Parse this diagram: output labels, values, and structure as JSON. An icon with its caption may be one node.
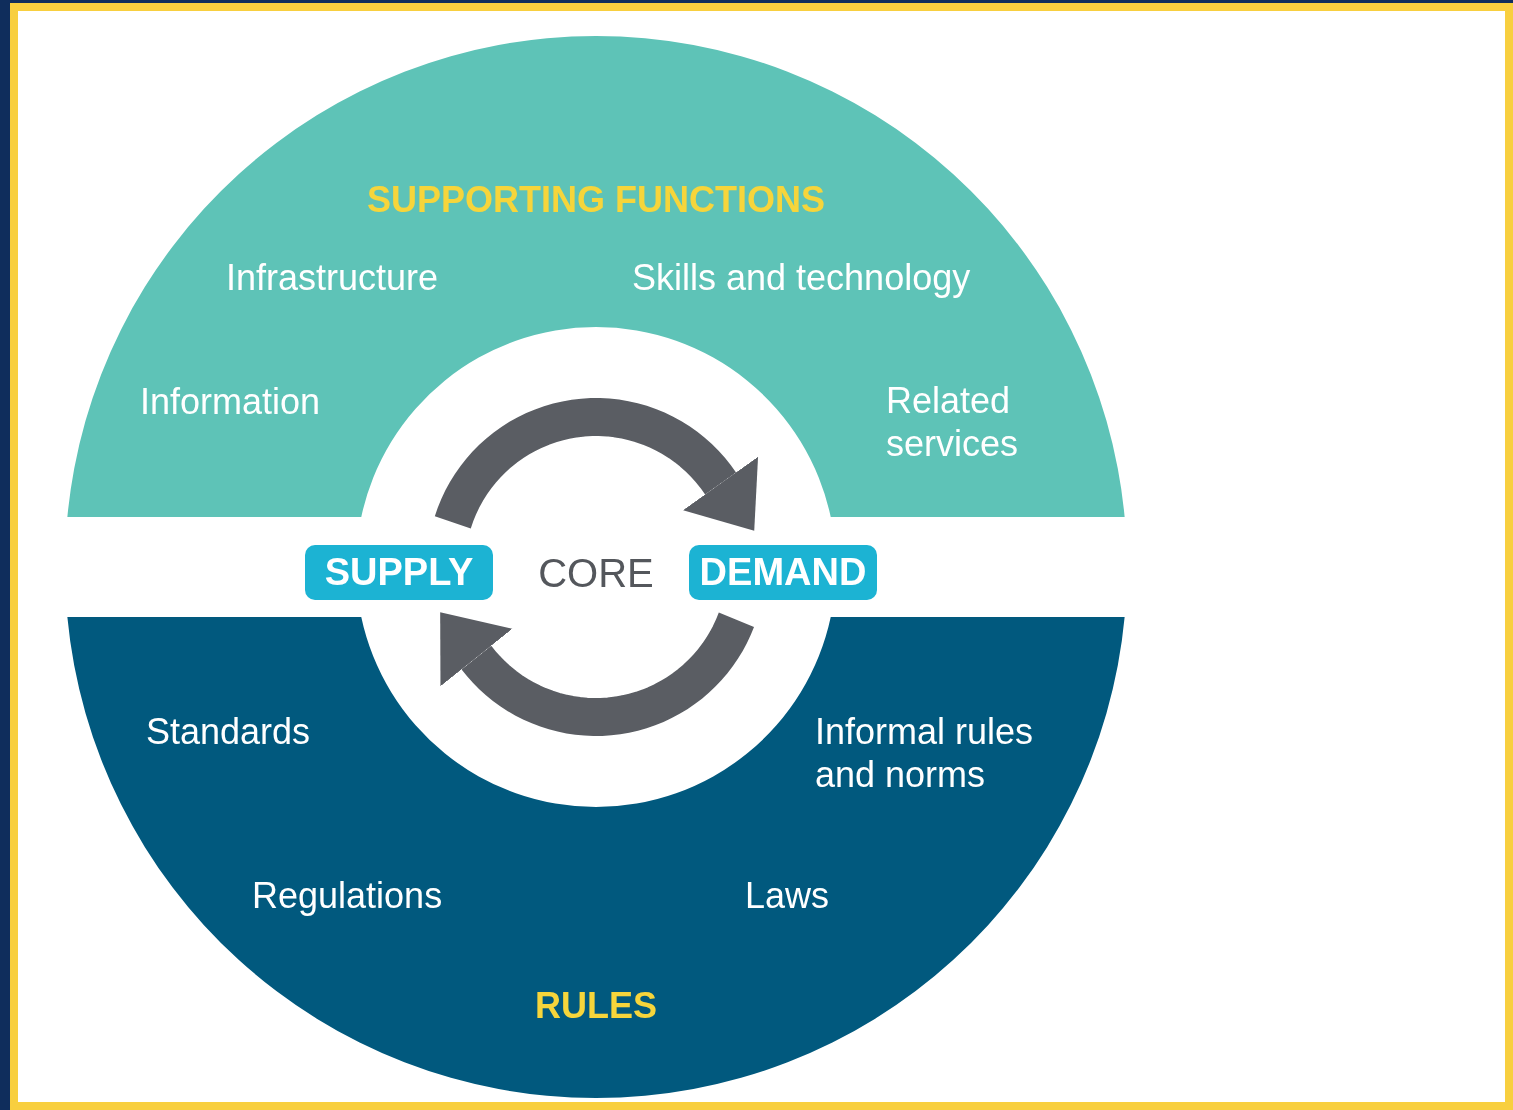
{
  "diagram": {
    "nodes": [
      {
        "text": [
          "SUPPORTING FUNCTIONS",
          "Infrastructure",
          "Skills and technology",
          "Information",
          "Related services"
        ]
      },
      {
        "text": [
          "SUPPLY"
        ]
      },
      {
        "text": [
          "CORE"
        ]
      },
      {
        "text": [
          "DEMAND"
        ]
      },
      {
        "text": [
          "Standards",
          "Informal rules and norms",
          "Regulations",
          "Laws",
          "RULES"
        ]
      }
    ],
    "edges": [
      {
        "from": 1,
        "to": 3,
        "arrow": "to"
      },
      {
        "from": 3,
        "to": 1,
        "arrow": "to"
      }
    ]
  }
}
